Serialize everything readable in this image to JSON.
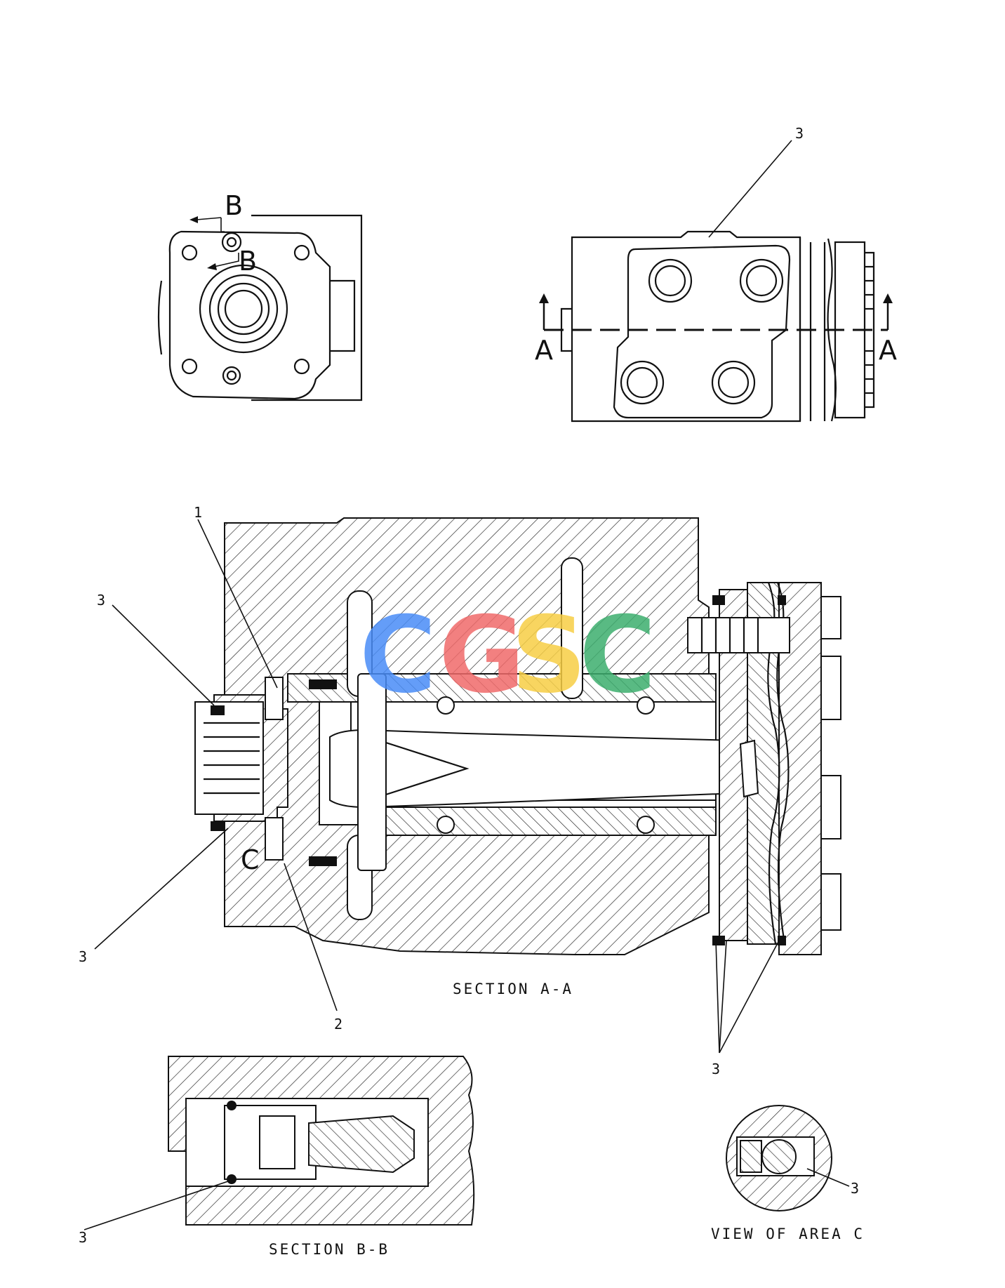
{
  "callouts": {
    "c1": "1",
    "c2": "2",
    "c3": "3"
  },
  "section_marks": {
    "a": "A",
    "b": "B",
    "c": "C"
  },
  "captions": {
    "section_aa": "SECTION A-A",
    "section_bb": "SECTION B-B",
    "view_c": "VIEW OF AREA C"
  },
  "watermark": {
    "text": "CGSC",
    "letters": [
      "C",
      "G",
      "S",
      "C"
    ],
    "colors": [
      "#4A8DF7",
      "#F06A6A",
      "#F7CE45",
      "#3DAE6E"
    ]
  }
}
